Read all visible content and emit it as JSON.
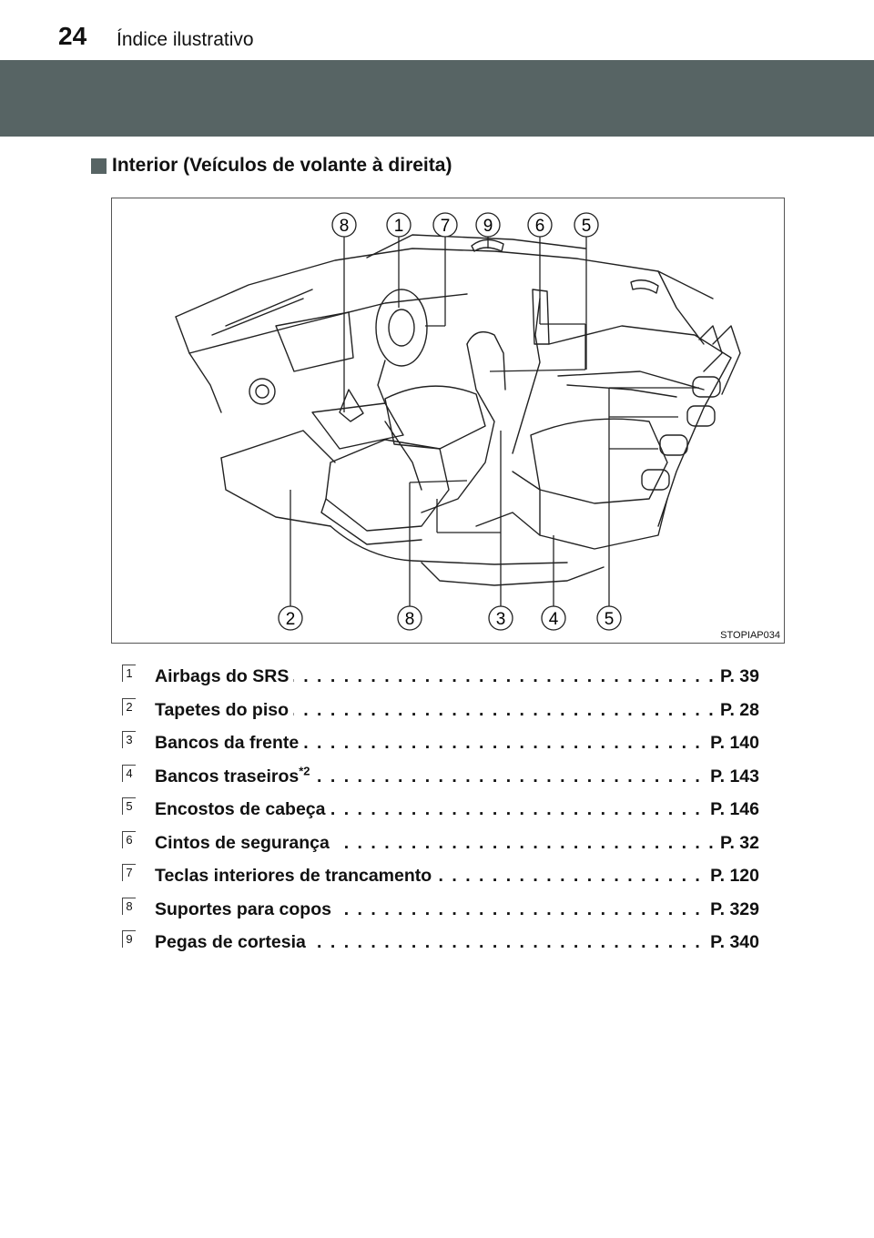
{
  "header": {
    "page_number": "24",
    "running_title": "Índice ilustrativo"
  },
  "section": {
    "title": "Interior (Veículos de volante à direita)"
  },
  "figure": {
    "code": "STOPIAP034",
    "top_callouts": [
      "8",
      "1",
      "7",
      "9",
      "6",
      "5"
    ],
    "bottom_callouts": [
      "2",
      "8",
      "3",
      "4",
      "5"
    ]
  },
  "index": [
    {
      "num": "1",
      "label": "Airbags do SRS",
      "sup": "",
      "page": "P. 39"
    },
    {
      "num": "2",
      "label": "Tapetes do piso",
      "sup": "",
      "page": "P. 28"
    },
    {
      "num": "3",
      "label": "Bancos da frente",
      "sup": "",
      "page": "P. 140"
    },
    {
      "num": "4",
      "label": "Bancos traseiros",
      "sup": "*2",
      "page": "P. 143"
    },
    {
      "num": "5",
      "label": "Encostos de cabeça",
      "sup": "",
      "page": "P. 146"
    },
    {
      "num": "6",
      "label": "Cintos de segurança",
      "sup": "",
      "page": "P. 32"
    },
    {
      "num": "7",
      "label": "Teclas interiores de trancamento",
      "sup": "",
      "page": "P. 120"
    },
    {
      "num": "8",
      "label": "Suportes para copos",
      "sup": "",
      "page": "P. 329"
    },
    {
      "num": "9",
      "label": "Pegas de cortesia",
      "sup": "",
      "page": "P. 340"
    }
  ]
}
